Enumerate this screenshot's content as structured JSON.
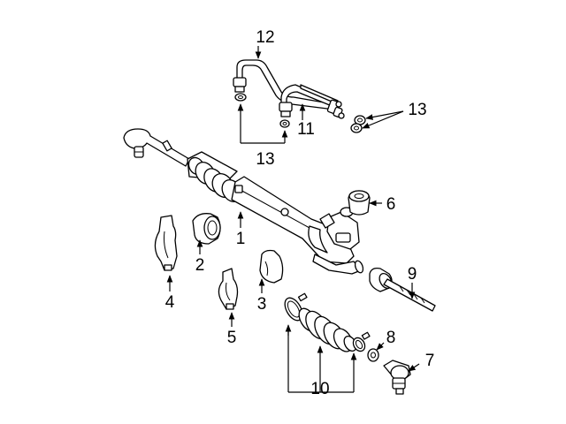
{
  "callouts": {
    "c1": "1",
    "c2": "2",
    "c3": "3",
    "c4": "4",
    "c5": "5",
    "c6": "6",
    "c7": "7",
    "c8": "8",
    "c9": "9",
    "c10": "10",
    "c11": "11",
    "c12": "12",
    "c13a": "13",
    "c13b": "13"
  },
  "colors": {
    "ink": "#000000",
    "background": "#ffffff"
  }
}
